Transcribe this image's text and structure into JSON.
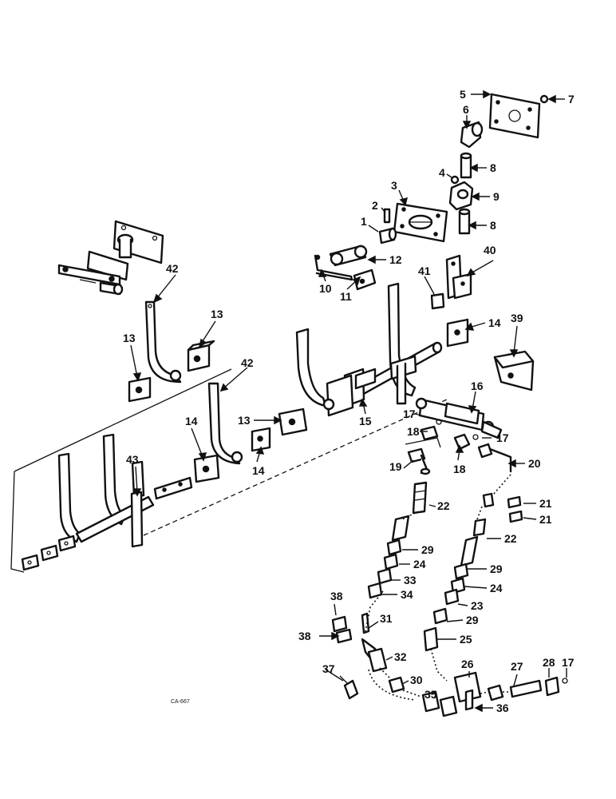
{
  "diagram": {
    "figure_code": "CA-667",
    "callouts": [
      {
        "label": "1"
      },
      {
        "label": "2"
      },
      {
        "label": "3"
      },
      {
        "label": "4"
      },
      {
        "label": "5"
      },
      {
        "label": "6"
      },
      {
        "label": "7"
      },
      {
        "label": "8"
      },
      {
        "label": "8"
      },
      {
        "label": "9"
      },
      {
        "label": "10"
      },
      {
        "label": "11"
      },
      {
        "label": "12"
      },
      {
        "label": "13"
      },
      {
        "label": "13"
      },
      {
        "label": "13"
      },
      {
        "label": "14"
      },
      {
        "label": "14"
      },
      {
        "label": "14"
      },
      {
        "label": "15"
      },
      {
        "label": "16"
      },
      {
        "label": "17"
      },
      {
        "label": "17"
      },
      {
        "label": "17"
      },
      {
        "label": "18"
      },
      {
        "label": "18"
      },
      {
        "label": "19"
      },
      {
        "label": "20"
      },
      {
        "label": "21"
      },
      {
        "label": "21"
      },
      {
        "label": "22"
      },
      {
        "label": "22"
      },
      {
        "label": "23"
      },
      {
        "label": "24"
      },
      {
        "label": "24"
      },
      {
        "label": "25"
      },
      {
        "label": "26"
      },
      {
        "label": "27"
      },
      {
        "label": "28"
      },
      {
        "label": "29"
      },
      {
        "label": "29"
      },
      {
        "label": "29"
      },
      {
        "label": "30"
      },
      {
        "label": "31"
      },
      {
        "label": "32"
      },
      {
        "label": "33"
      },
      {
        "label": "34"
      },
      {
        "label": "35"
      },
      {
        "label": "36"
      },
      {
        "label": "37"
      },
      {
        "label": "38"
      },
      {
        "label": "38"
      },
      {
        "label": "39"
      },
      {
        "label": "40"
      },
      {
        "label": "41"
      },
      {
        "label": "42"
      },
      {
        "label": "42"
      },
      {
        "label": "43"
      }
    ]
  }
}
